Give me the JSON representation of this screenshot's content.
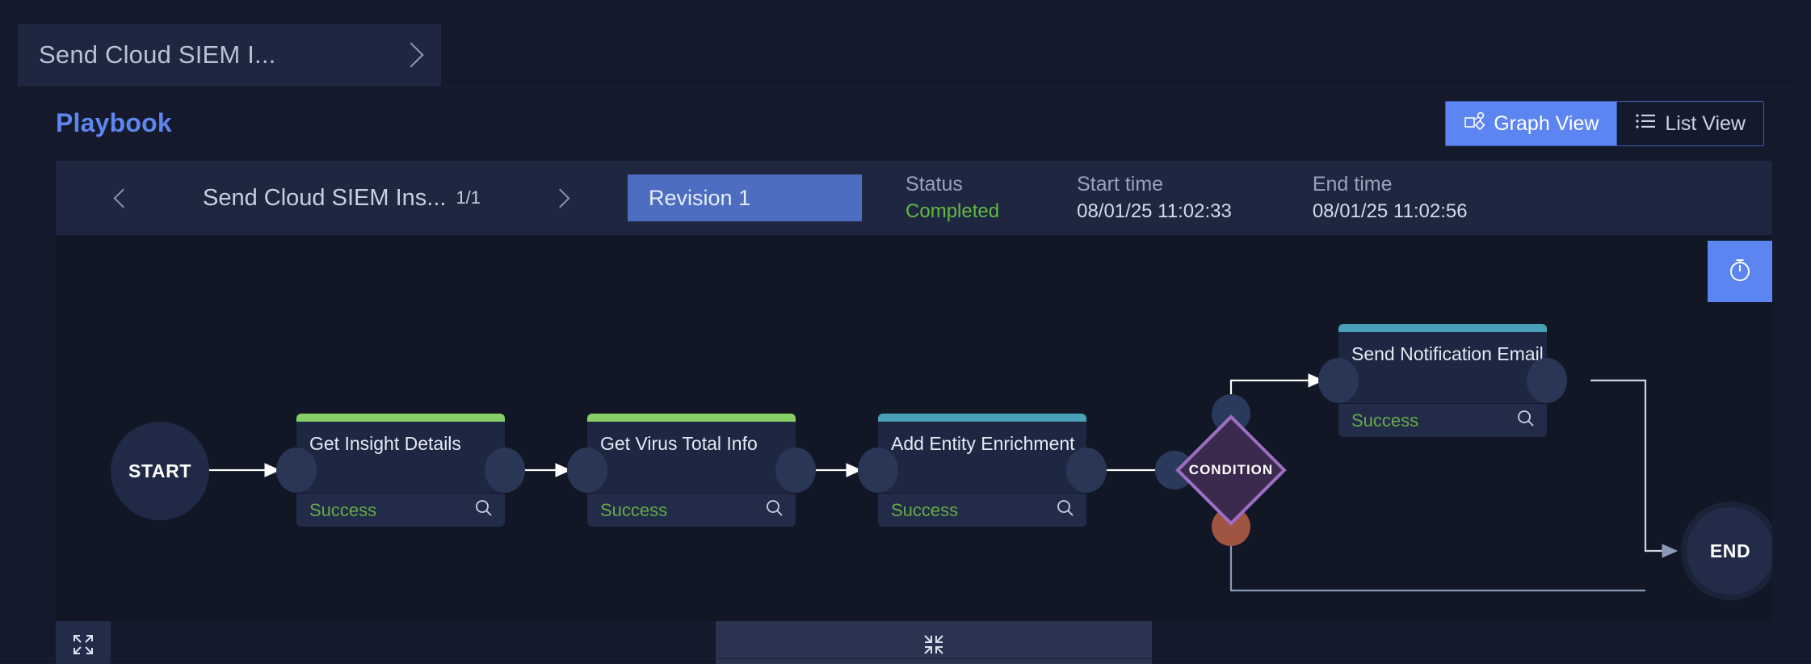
{
  "breadcrumb": {
    "tab_label": "Send Cloud SIEM I...",
    "chevron_icon": "chevron-right-icon"
  },
  "header": {
    "title": "Playbook"
  },
  "view_toggle": {
    "graph_label": "Graph View",
    "graph_icon": "graph-view-icon",
    "list_label": "List View",
    "list_icon": "list-view-icon",
    "active": "Graph View",
    "accent": "#5c85f2"
  },
  "revision_bar": {
    "prev_icon": "chevron-left-icon",
    "next_icon": "chevron-right-icon",
    "playbook_name": "Send Cloud SIEM Ins...",
    "page_count": "1/1",
    "revision_chip": "Revision 1",
    "status_label": "Status",
    "status_value": "Completed",
    "status_color": "#63b845",
    "start_label": "Start time",
    "start_value": "08/01/25 11:02:33",
    "end_label": "End time",
    "end_value": "08/01/25 11:02:56"
  },
  "canvas": {
    "timer_icon": "stopwatch-icon",
    "start_label": "START",
    "end_label": "END",
    "condition_label": "CONDITION",
    "condition_fill": "#3c2a4e",
    "condition_stroke": "#9d6fc4",
    "condition_true_dot": "#2a3a5c",
    "condition_false_dot": "#a05442",
    "search_icon": "search-icon",
    "nodes": [
      {
        "title": "Get Insight Details",
        "status": "Success",
        "accent": "#86cf66"
      },
      {
        "title": "Get Virus Total Info",
        "status": "Success",
        "accent": "#86cf66"
      },
      {
        "title": "Add Entity Enrichment",
        "status": "Success",
        "accent": "#49a1b8"
      },
      {
        "title": "Send Notification Email",
        "status": "Success",
        "accent": "#49a1b8"
      }
    ]
  },
  "toolbar": {
    "expand_icon": "expand-fullscreen-icon",
    "collapse_icon": "collapse-icon"
  }
}
